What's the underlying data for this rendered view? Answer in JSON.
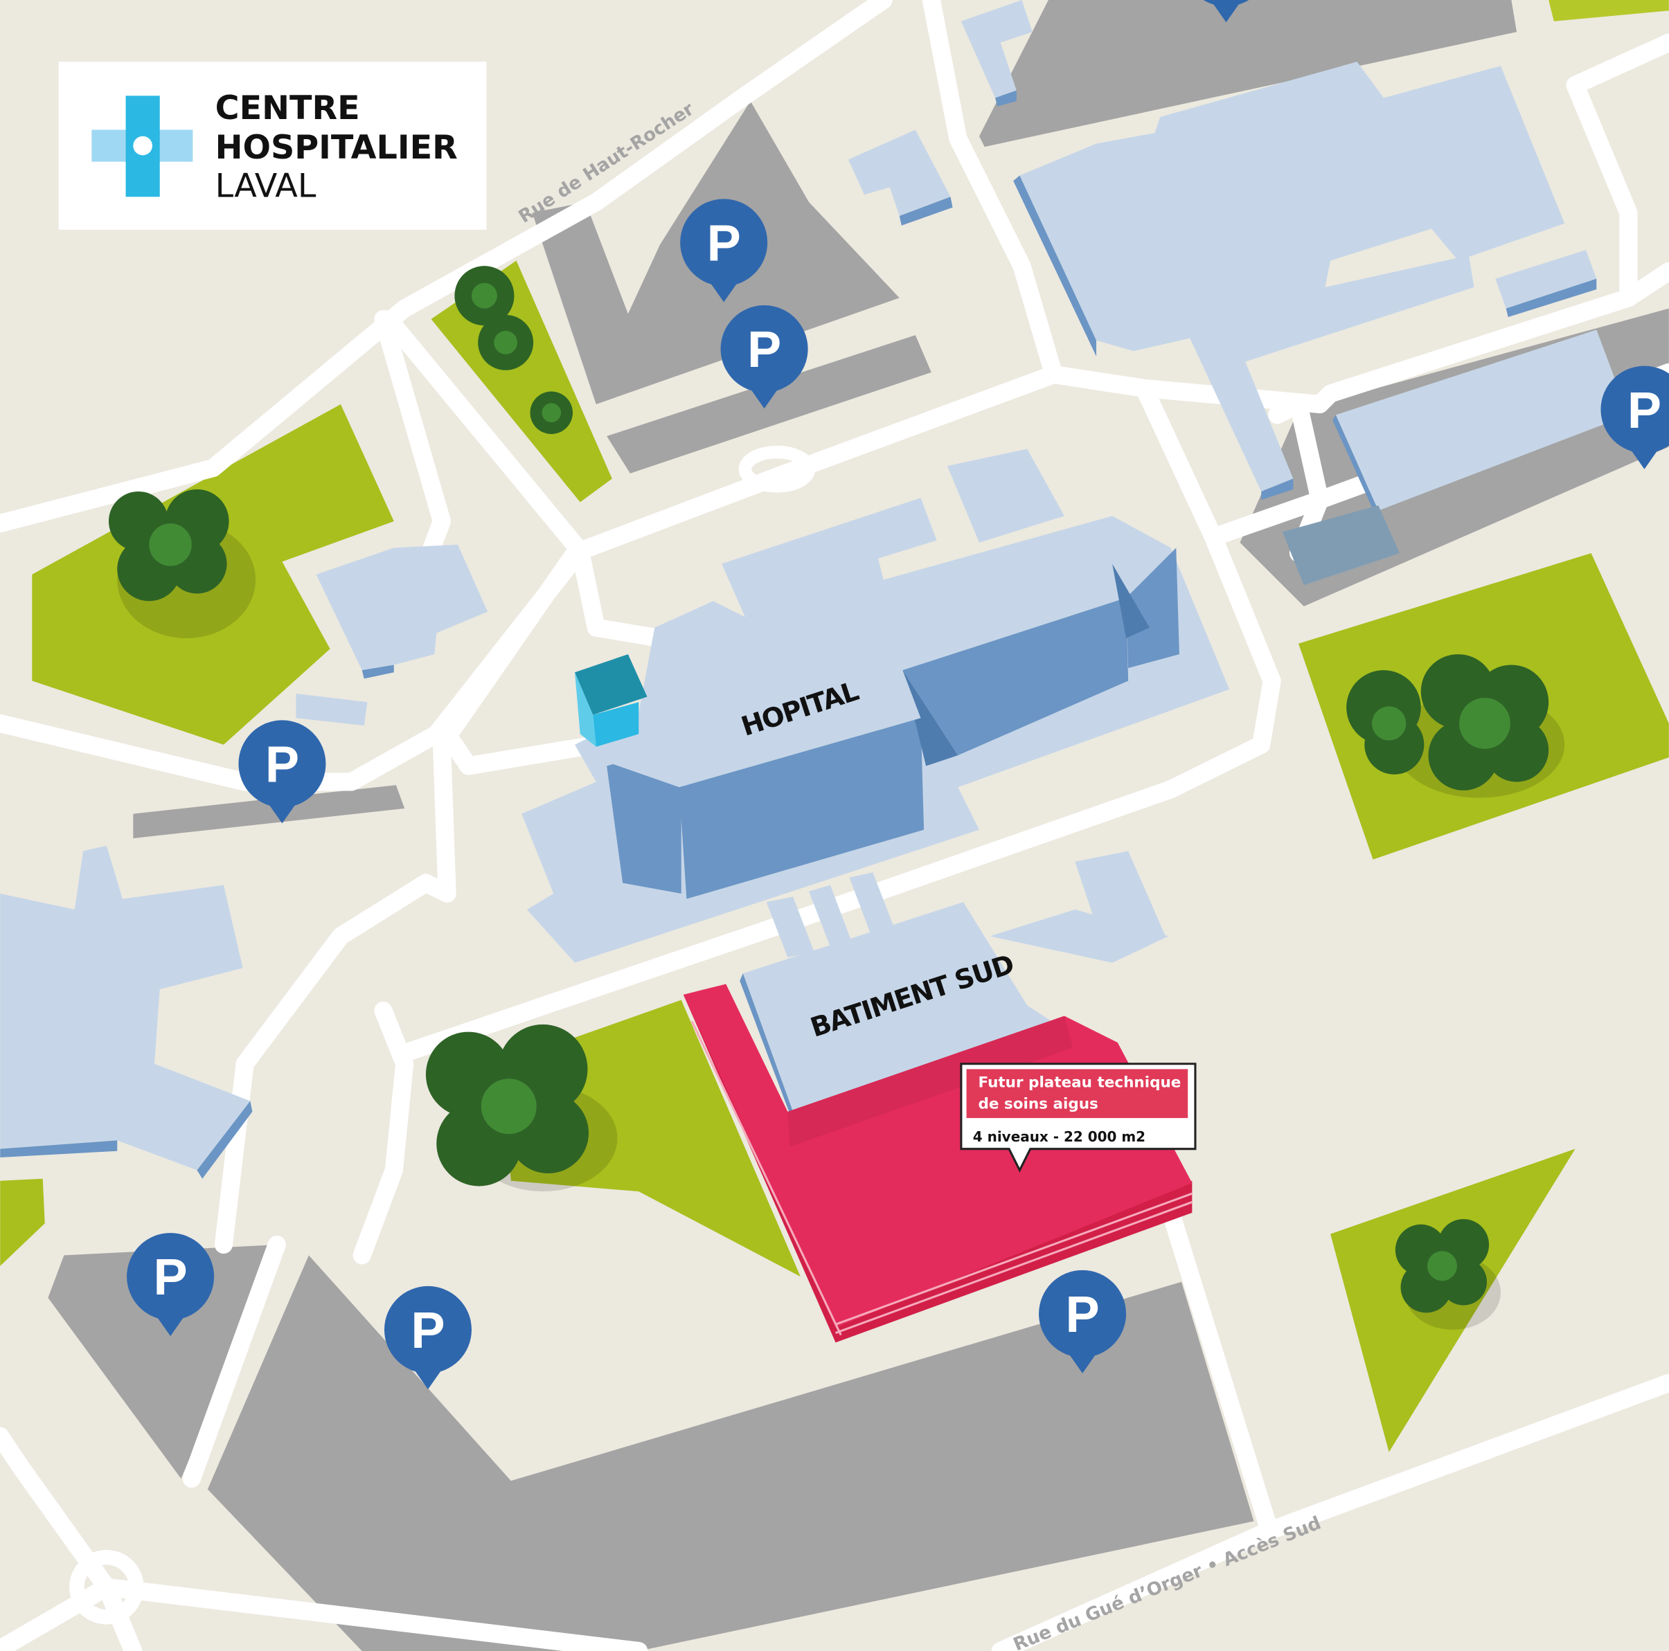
{
  "logo": {
    "line1": "CENTRE",
    "line2": "HOSPITALIER",
    "line3": "LAVAL",
    "icon": "medical-cross-icon"
  },
  "roads": {
    "north": "Rue de Haut-Rocher",
    "south": "Rue du Gué d’Orger • Accès Sud"
  },
  "buildings": {
    "hospital": "HOPITAL",
    "south_building": "BATIMENT SUD"
  },
  "callout": {
    "title_line1": "Futur plateau technique",
    "title_line2": "de soins aigus",
    "details": "4 niveaux - 22 000 m2"
  },
  "parking": {
    "label": "P",
    "icon": "parking-pin-icon"
  },
  "colors": {
    "ground": "#ece9df",
    "grass": "#a8bf1d",
    "parking_lot": "#a4a4a4",
    "building": "#c6d6e8",
    "building_side": "#6b95c4",
    "pin": "#2f67ad",
    "future_building": "#e42c5c",
    "accent_cyan": "#2bb8e3"
  }
}
